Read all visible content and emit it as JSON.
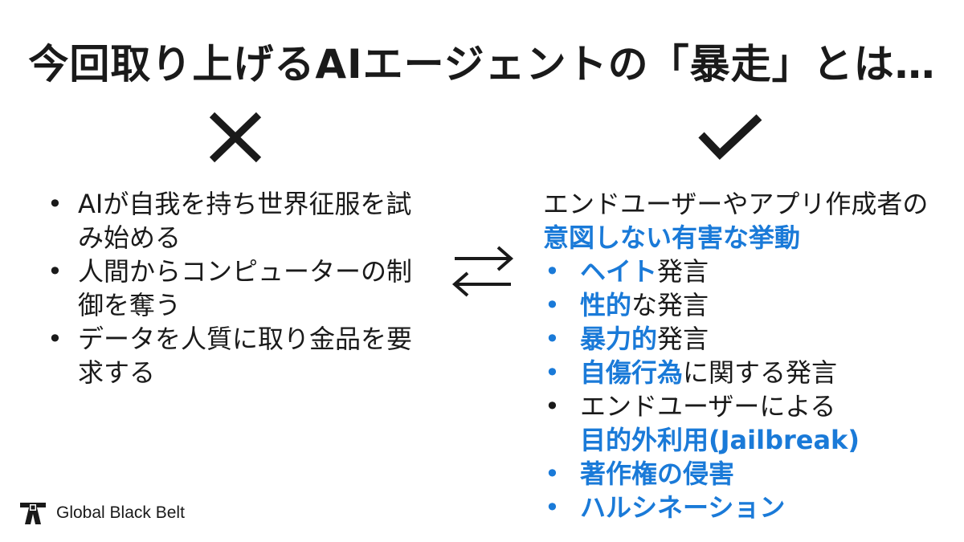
{
  "title": "今回取り上げるAIエージェントの「暴走」とは…",
  "left": {
    "mark_icon": "cross-icon",
    "items": [
      "AIが自我を持ち世界征服を試み始める",
      "人間からコンピューターの制御を奪う",
      "データを人質に取り金品を要求する"
    ]
  },
  "swap_icon": "bidirectional-arrows-icon",
  "right": {
    "mark_icon": "checkmark-icon",
    "intro_plain": "エンドユーザーやアプリ作成者の",
    "intro_highlight": "意図しない有害な挙動",
    "items": [
      {
        "highlight": "ヘイト",
        "rest": "発言",
        "bullet_color": "blue"
      },
      {
        "highlight": "性的",
        "rest": "な発言",
        "bullet_color": "blue"
      },
      {
        "highlight": "暴力的",
        "rest": "発言",
        "bullet_color": "blue"
      },
      {
        "highlight": "自傷行為",
        "rest": "に関する発言",
        "bullet_color": "blue"
      },
      {
        "prefix": "エンドユーザーによる",
        "highlight": "目的外利用(Jailbreak)",
        "bullet_color": "black"
      },
      {
        "highlight": "著作権の侵害",
        "rest": "",
        "bullet_color": "blue"
      },
      {
        "highlight": "ハルシネーション",
        "rest": "",
        "bullet_color": "blue"
      }
    ]
  },
  "brand": {
    "logo_icon": "black-belt-logo",
    "name": "Global Black Belt"
  },
  "colors": {
    "text": "#1a1a1a",
    "accent": "#1a7ad8",
    "background": "#ffffff"
  }
}
